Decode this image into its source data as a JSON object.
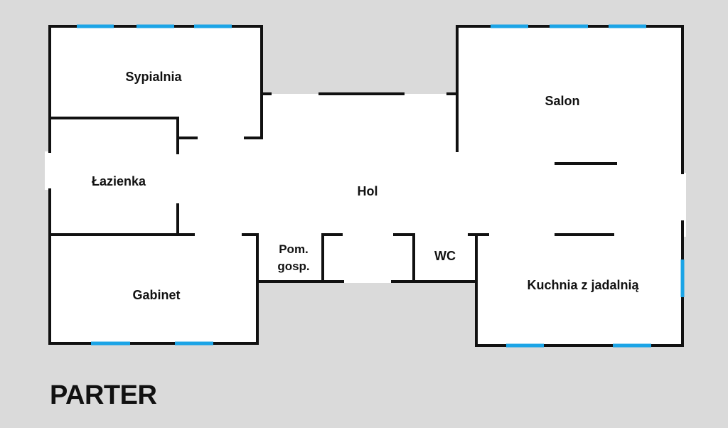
{
  "plan": {
    "title": "PARTER",
    "rooms": {
      "sypialnia": "Sypialnia",
      "lazienka": "Łazienka",
      "gabinet": "Gabinet",
      "hol": "Hol",
      "pom_line1": "Pom.",
      "pom_line2": "gosp.",
      "wc": "WC",
      "salon": "Salon",
      "kuchnia": "Kuchnia z jadalnią"
    }
  },
  "colors": {
    "background": "#dadada",
    "floor": "#ffffff",
    "wall": "#111111",
    "window": "#1ba4e6"
  }
}
